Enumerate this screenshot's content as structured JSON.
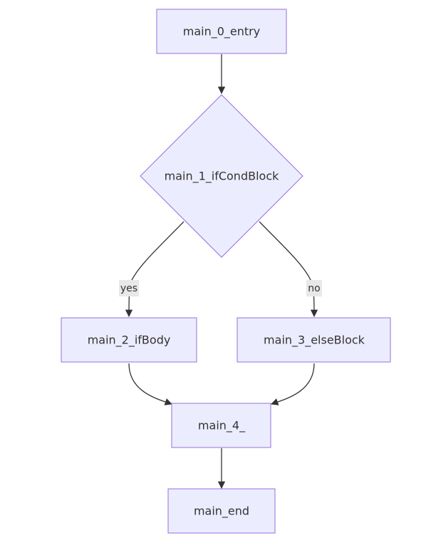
{
  "diagram": {
    "nodes": {
      "entry": "main_0_entry",
      "cond": "main_1_ifCondBlock",
      "if_body": "main_2_ifBody",
      "else_block": "main_3_elseBlock",
      "merge": "main_4_",
      "end": "main_end"
    },
    "edge_labels": {
      "yes": "yes",
      "no": "no"
    }
  },
  "colors": {
    "node_fill": "#ECECFF",
    "node_stroke": "#9370DB",
    "edge": "#333333",
    "label_bg": "#e8e8e8"
  }
}
